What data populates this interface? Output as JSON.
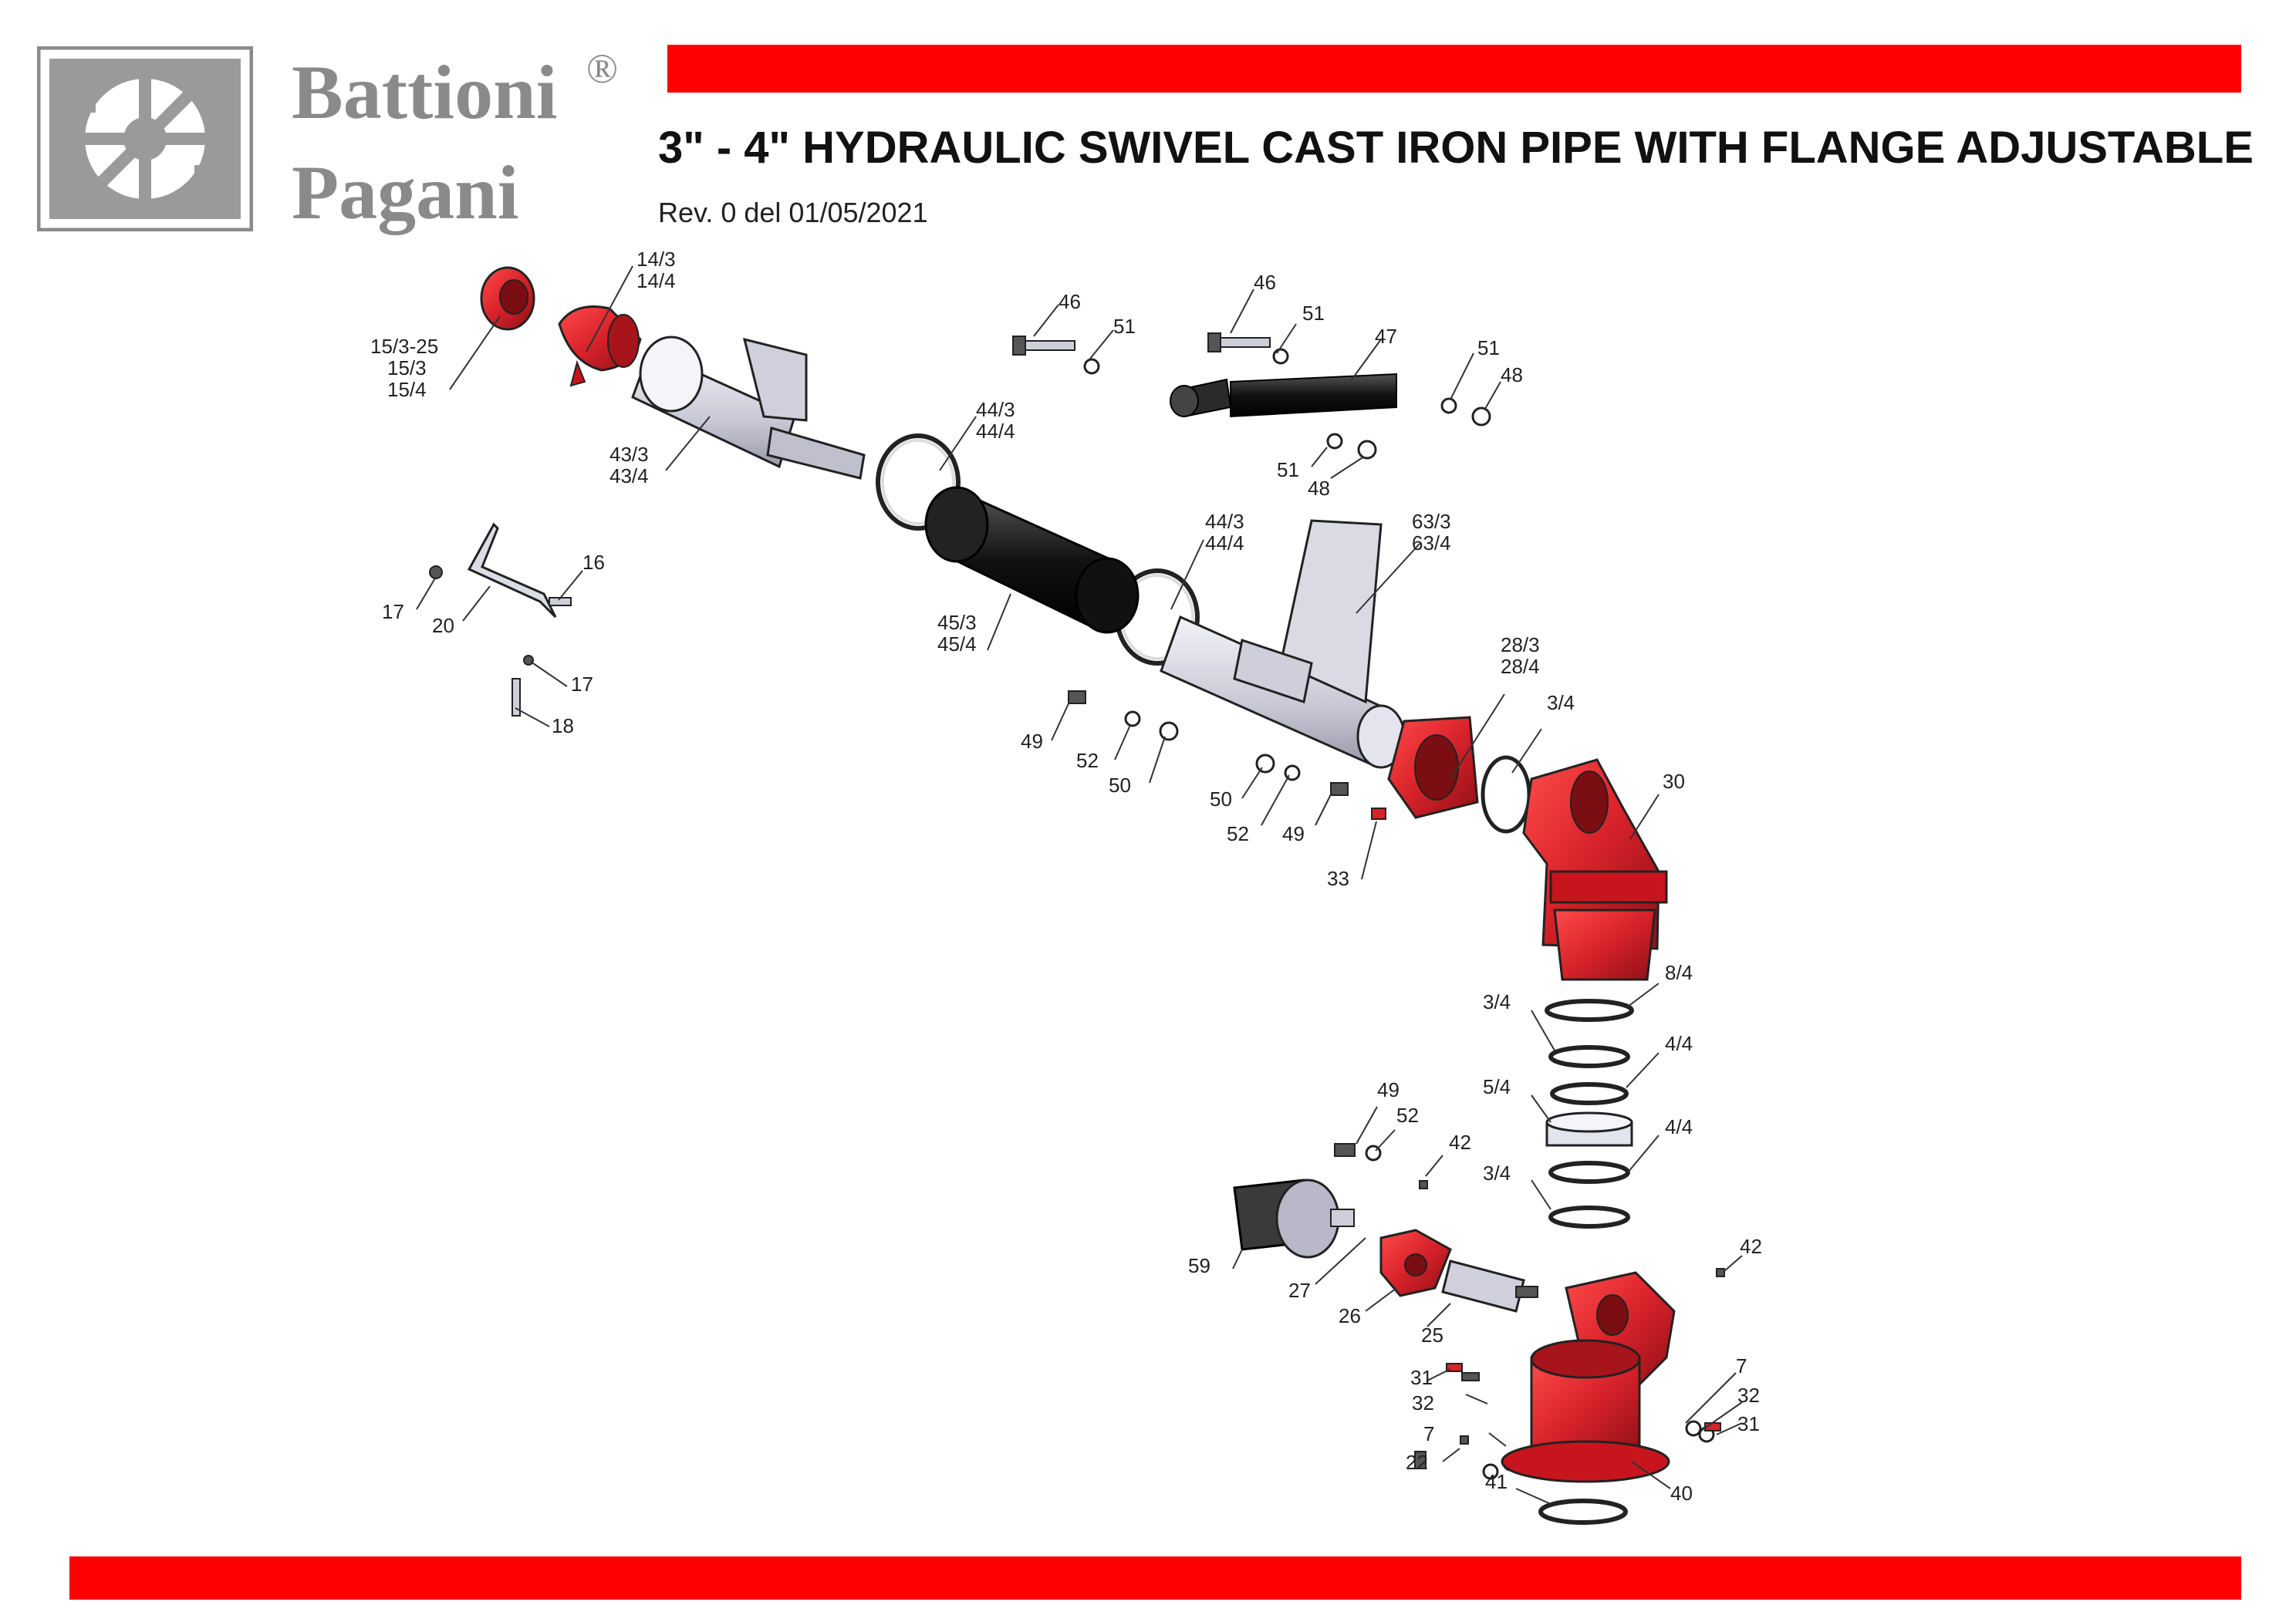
{
  "brand": {
    "line1": "Battioni",
    "line2": "Pagani",
    "registered": "®"
  },
  "title": "3\" - 4\" HYDRAULIC SWIVEL CAST IRON PIPE WITH FLANGE ADJUSTABLE",
  "revision": "Rev. 0 del 01/05/2021",
  "colors": {
    "accent": "#ff0000",
    "logo_gray": "#8a8a8a",
    "part_red": "#d8222a",
    "part_gray": "#c9c9d6",
    "part_black": "#1a1a1a"
  },
  "labels": {
    "l15": "15/3-25",
    "l15b": "15/3",
    "l15c": "15/4",
    "l14a": "14/3",
    "l14b": "14/4",
    "l43a": "43/3",
    "l43b": "43/4",
    "l46a": "46",
    "l51a": "51",
    "l46b": "46",
    "l51b": "51",
    "l47": "47",
    "l51c": "51",
    "l48a": "48",
    "l51d": "51",
    "l48b": "48",
    "l44a": "44/3",
    "l44b": "44/4",
    "l44c": "44/3",
    "l44d": "44/4",
    "l63a": "63/3",
    "l63b": "63/4",
    "l17a": "17",
    "l20": "20",
    "l16": "16",
    "l17b": "17",
    "l18": "18",
    "l45a": "45/3",
    "l45b": "45/4",
    "l49a": "49",
    "l52a": "52",
    "l50a": "50",
    "l50b": "50",
    "l52b": "52",
    "l49b": "49",
    "l33": "33",
    "l28a": "28/3",
    "l28b": "28/4",
    "l34a": "3/4",
    "l30": "30",
    "l84": "8/4",
    "l34b": "3/4",
    "l44e": "4/4",
    "l54": "5/4",
    "l44f": "4/4",
    "l34c": "3/4",
    "l49c": "49",
    "l52c": "52",
    "l42a": "42",
    "l59": "59",
    "l27": "27",
    "l26": "26",
    "l25": "25",
    "l42b": "42",
    "l31a": "31",
    "l32a": "32",
    "l7a": "7",
    "l22": "22",
    "l7b": "7",
    "l32b": "32",
    "l31b": "31",
    "l41": "41",
    "l40": "40"
  }
}
